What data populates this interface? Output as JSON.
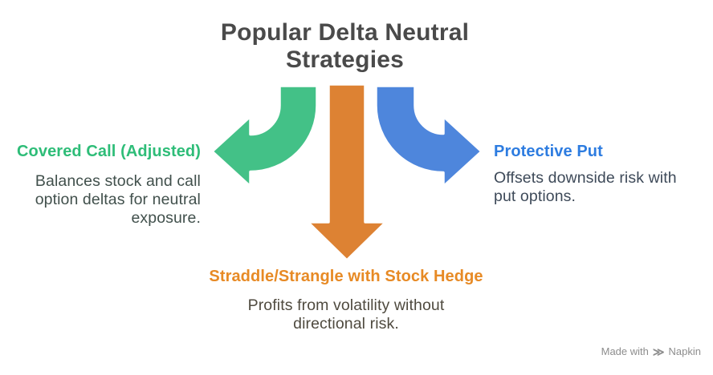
{
  "title": {
    "lines": [
      "Popular Delta Neutral",
      "Strategies"
    ],
    "color": "#4a4a4a"
  },
  "strategies": {
    "covered_call": {
      "label": "Covered Call (Adjusted)",
      "label_color": "#2ebd78",
      "arrow_color": "#43c187",
      "desc_color": "#41504c",
      "desc_lines": [
        "Balances stock and call",
        "option deltas for neutral",
        "exposure."
      ]
    },
    "straddle_strangle": {
      "label": "Straddle/Strangle with Stock Hedge",
      "label_color": "#e78a25",
      "arrow_color": "#dd8233",
      "desc_color": "#4f4a3f",
      "desc_lines": [
        "Profits from volatility without",
        "directional risk."
      ]
    },
    "protective_put": {
      "label": "Protective Put",
      "label_color": "#2d7ce0",
      "arrow_color": "#4e86dc",
      "desc_color": "#3e4a59",
      "desc_lines": [
        "Offsets downside risk with",
        "put options."
      ]
    }
  },
  "footer": {
    "made_with": "Made with",
    "logo": "≫",
    "brand": "Napkin",
    "color": "#8d8d8d"
  }
}
